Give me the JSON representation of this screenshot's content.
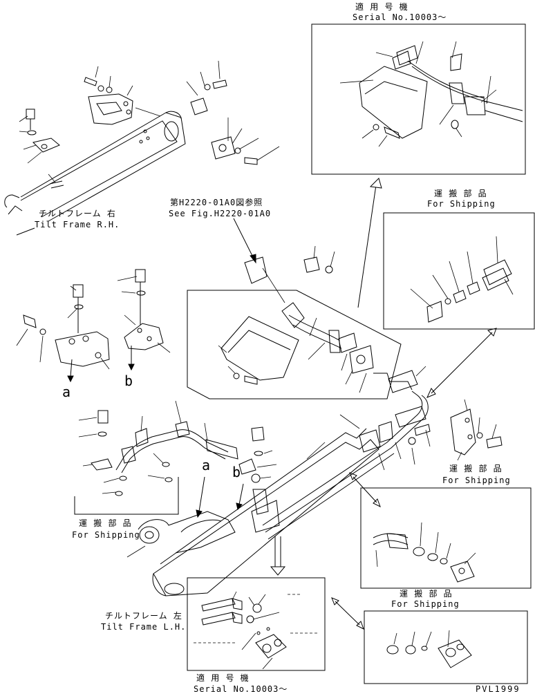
{
  "labels": {
    "serial_top_jp": "適 用 号 機",
    "serial_top_en": "Serial No.10003～",
    "ship1_jp": "運 搬 部 品",
    "ship1_en": "For Shipping",
    "ship2_jp": "運 搬 部 品",
    "ship2_en": "For Shipping",
    "ship3_jp": "運 搬 部 品",
    "ship3_en": "For Shipping",
    "ship4_jp": "運 搬 部 品",
    "ship4_en": "For Shipping",
    "tilt_rh_jp": "チルトフレーム 右",
    "tilt_rh_en": "Tilt Frame R.H.",
    "tilt_lh_jp": "チルトフレーム 左",
    "tilt_lh_en": "Tilt Frame L.H.",
    "see_fig_jp": "第H2220-01A0図参照",
    "see_fig_en": "See Fig.H2220-01A0",
    "serial_bot_jp": "適 用 号 機",
    "serial_bot_en": "Serial No.10003～",
    "ref_a1": "a",
    "ref_b1": "b",
    "ref_a2": "a",
    "ref_b2": "b",
    "page_code": "PVL1999"
  }
}
